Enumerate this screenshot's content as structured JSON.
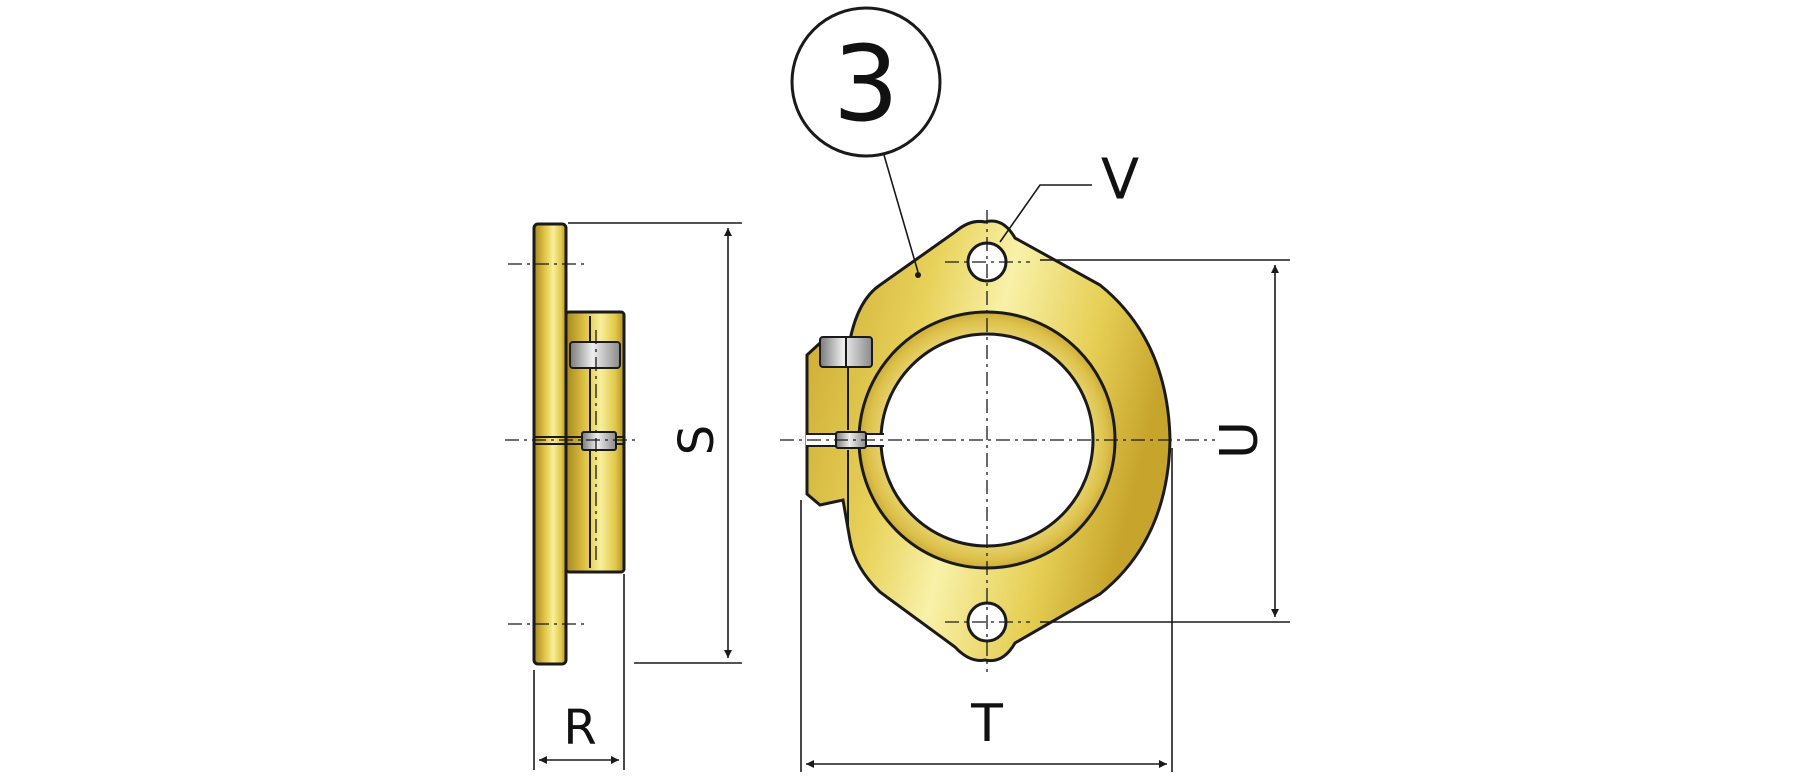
{
  "callout": {
    "number": "3"
  },
  "dimensions": {
    "s": "S",
    "r": "R",
    "t": "T",
    "u": "U",
    "v": "V"
  },
  "colors": {
    "brass_light": "#f7ef9a",
    "brass_mid": "#e2c84a",
    "brass_dark": "#a8861c",
    "steel_light": "#eeeeee",
    "steel_dark": "#7a7a7a",
    "ink": "#1a1a1a",
    "background": "#ffffff"
  }
}
